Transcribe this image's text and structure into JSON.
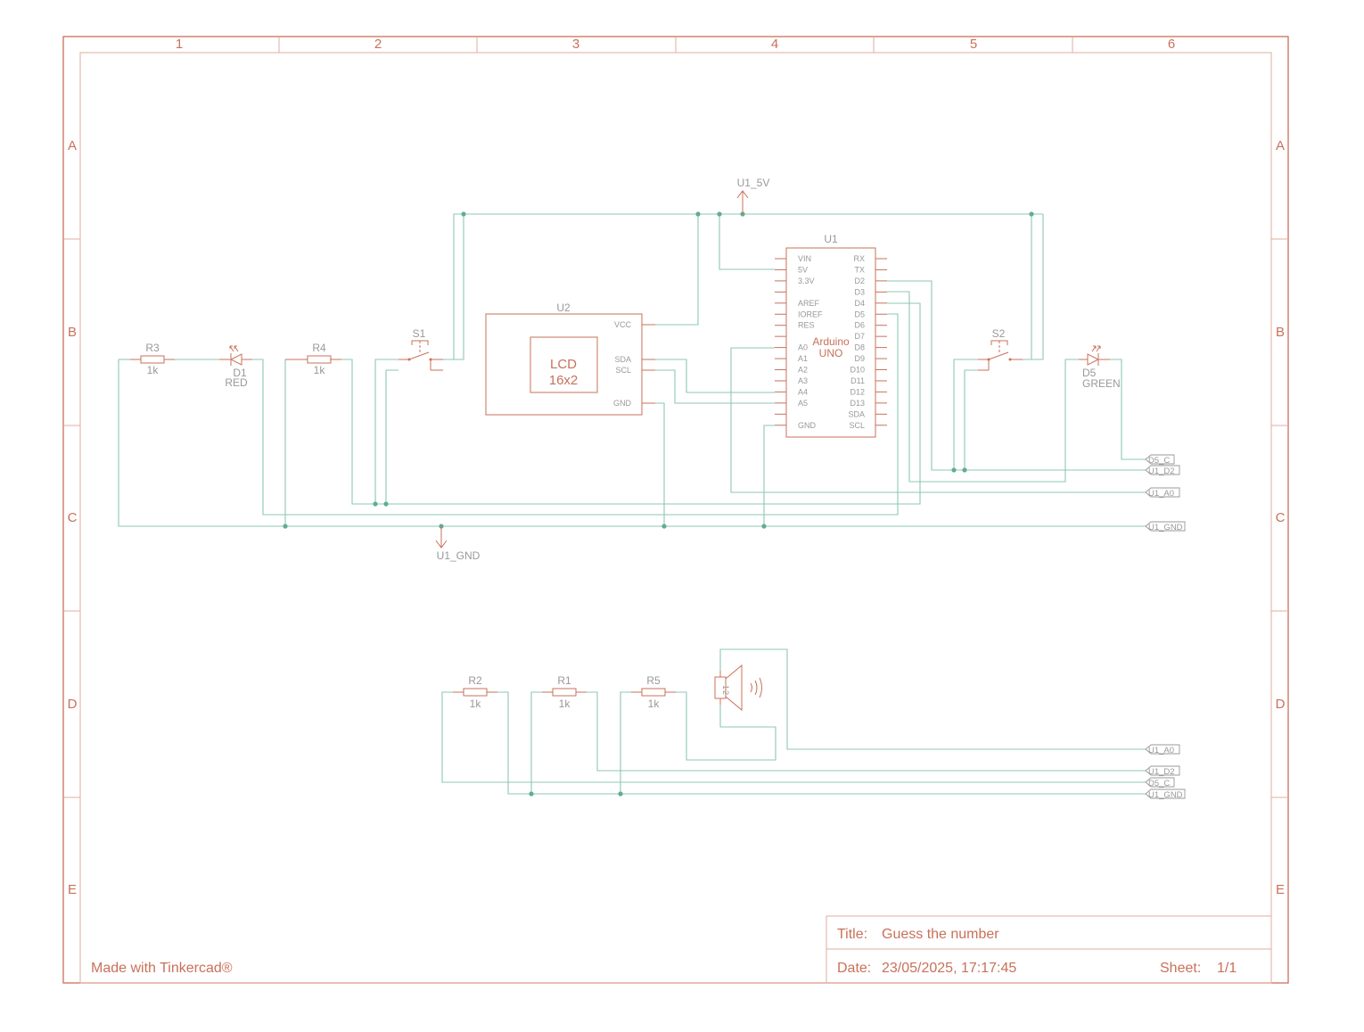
{
  "frame": {
    "columns": [
      "1",
      "2",
      "3",
      "4",
      "5",
      "6"
    ],
    "rows": [
      "A",
      "B",
      "C",
      "D",
      "E"
    ]
  },
  "parts": {
    "r3": {
      "ref": "R3",
      "value": "1k"
    },
    "r4": {
      "ref": "R4",
      "value": "1k"
    },
    "r2": {
      "ref": "R2",
      "value": "1k"
    },
    "r1": {
      "ref": "R1",
      "value": "1k"
    },
    "r5": {
      "ref": "R5",
      "value": "1k"
    },
    "d1": {
      "ref": "D1",
      "value": "RED"
    },
    "d5": {
      "ref": "D5",
      "value": "GREEN"
    },
    "s1": {
      "ref": "S1"
    },
    "s2": {
      "ref": "S2"
    },
    "u2": {
      "ref": "U2",
      "line1": "LCD",
      "line2": "16x2",
      "pins": [
        "VCC",
        "SDA",
        "SCL",
        "GND"
      ]
    },
    "u1": {
      "ref": "U1",
      "line1": "Arduino",
      "line2": "UNO",
      "left_pins": [
        "VIN",
        "5V",
        "3.3V",
        "",
        "AREF",
        "IOREF",
        "RES",
        "",
        "A0",
        "A1",
        "A2",
        "A3",
        "A4",
        "A5",
        "",
        "GND"
      ],
      "right_pins": [
        "RX",
        "TX",
        "D2",
        "D3",
        "D4",
        "D5",
        "D6",
        "D7",
        "D8",
        "D9",
        "D10",
        "D11",
        "D12",
        "D13",
        "SDA",
        "SCL"
      ]
    },
    "speaker": {
      "pin1": "1",
      "pin2": "2"
    }
  },
  "power": {
    "vcc": "U1_5V",
    "gnd": "U1_GND"
  },
  "net_tags": {
    "top": [
      "D5_C",
      "U1_D2",
      "U1_A0",
      "U1_GND"
    ],
    "bottom": [
      "U1_A0",
      "U1_D2",
      "D5_C",
      "U1_GND"
    ]
  },
  "title_block": {
    "made_with": "Made with Tinkercad®",
    "title_label": "Title:",
    "title": "Guess the number",
    "date_label": "Date:",
    "date": "23/05/2025, 17:17:45",
    "sheet_label": "Sheet:",
    "sheet": "1/1"
  }
}
